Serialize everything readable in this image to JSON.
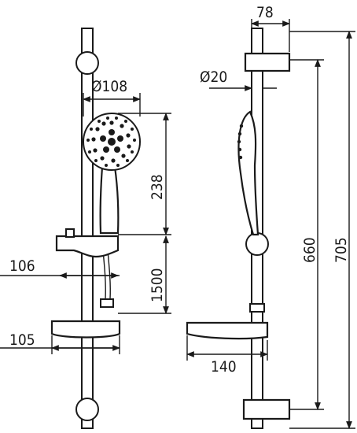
{
  "dimensions": {
    "bracket_depth": "78",
    "head_diameter": "Ø108",
    "rail_diameter": "Ø20",
    "head_height": "238",
    "hose_length": "1500",
    "slider_offset": "106",
    "soap_dish_width": "105",
    "soap_dish_depth": "140",
    "bracket_spacing": "660",
    "total_height": "705"
  }
}
